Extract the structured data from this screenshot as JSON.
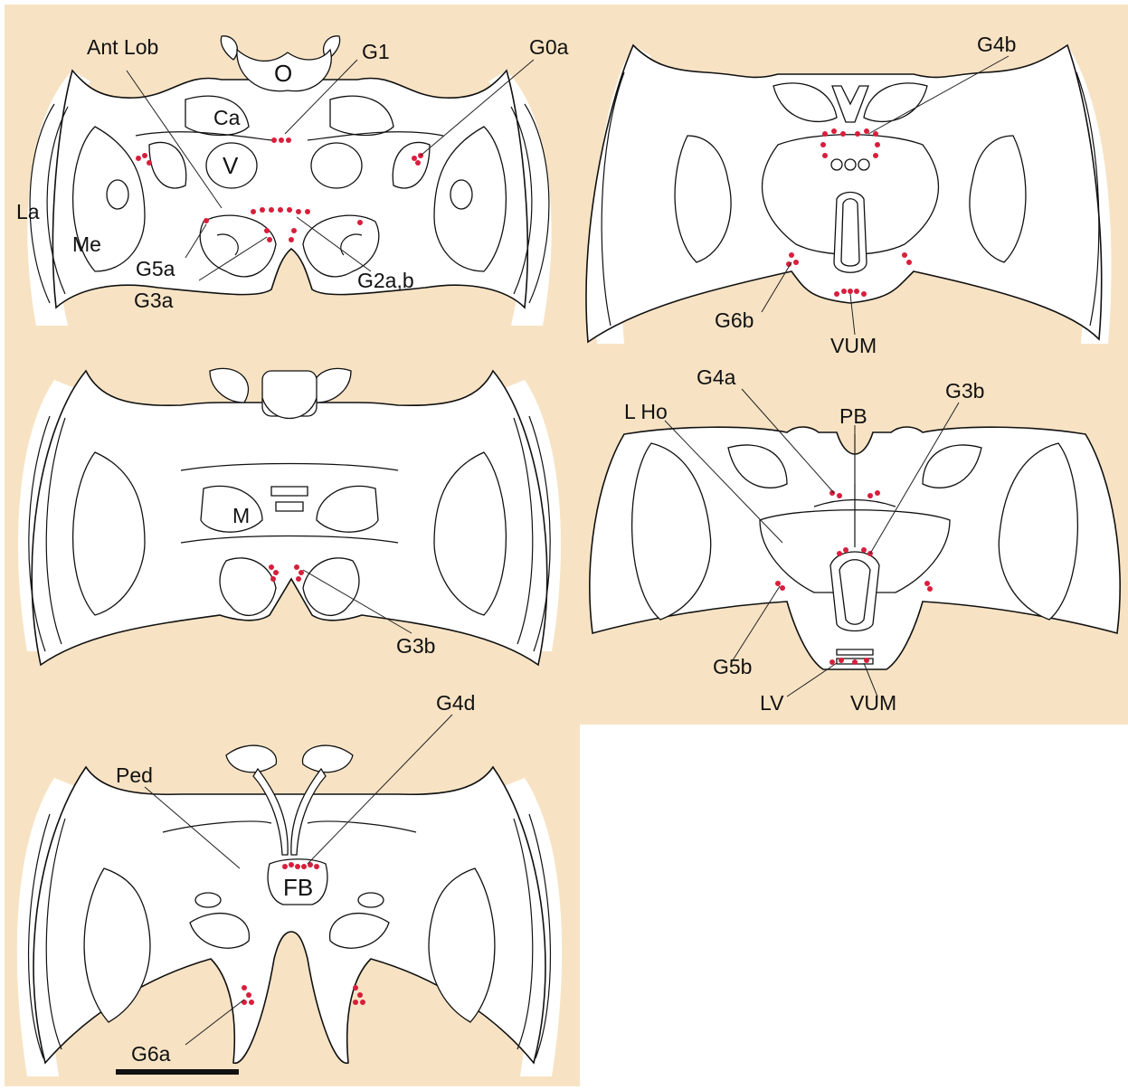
{
  "panel_a": {
    "labels": {
      "ant_lob": "Ant Lob",
      "g1": "G1",
      "g0a": "G0a",
      "o": "O",
      "ca": "Ca",
      "v": "V",
      "la": "La",
      "me": "Me",
      "g5a": "G5a",
      "g3a": "G3a",
      "g2ab": "G2a,b"
    }
  },
  "panel_b": {
    "labels": {
      "g4b": "G4b",
      "g6b": "G6b",
      "vum": "VUM"
    }
  },
  "panel_c": {
    "labels": {
      "m": "M",
      "g3b": "G3b"
    }
  },
  "panel_d": {
    "labels": {
      "g4a": "G4a",
      "g3b": "G3b",
      "l_ho": "L Ho",
      "pb": "PB",
      "g5b": "G5b",
      "lv": "LV",
      "vum": "VUM"
    }
  },
  "panel_e": {
    "labels": {
      "g4d": "G4d",
      "ped": "Ped",
      "fb": "FB",
      "g6a": "G6a"
    }
  },
  "colors": {
    "background": "#f7e3c4",
    "neuron_marker": "#d81e3c",
    "outline": "#111111"
  }
}
